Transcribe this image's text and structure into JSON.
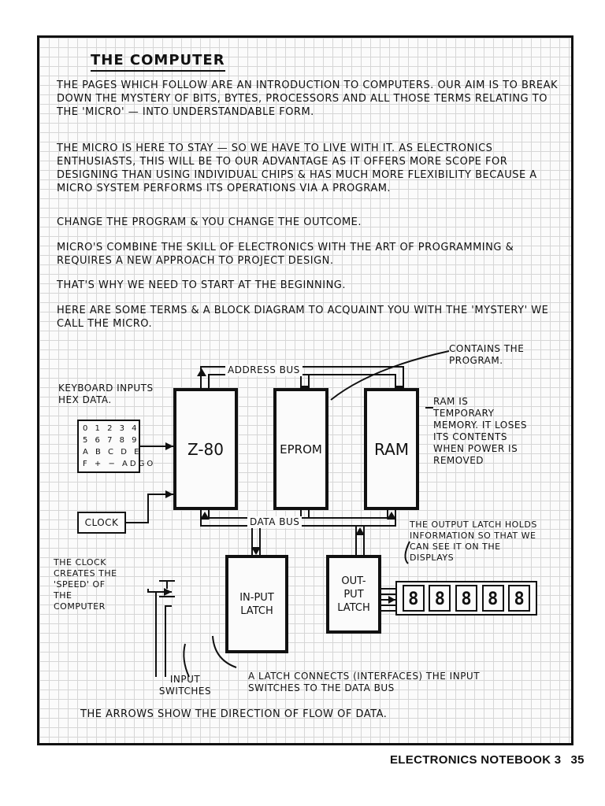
{
  "page": {
    "title": "THE COMPUTER",
    "paragraphs": [
      "THE PAGES WHICH FOLLOW ARE AN INTRODUCTION TO COMPUTERS. OUR AIM IS TO BREAK DOWN THE MYSTERY OF BITS, BYTES, PROCESSORS AND ALL THOSE TERMS RELATING TO THE 'MICRO' — INTO UNDERSTANDABLE FORM.",
      "THE MICRO IS HERE TO STAY — SO WE HAVE TO LIVE WITH IT. AS ELECTRONICS ENTHUSIASTS, THIS WILL BE TO OUR ADVANTAGE AS IT OFFERS MORE SCOPE FOR DESIGNING THAN USING INDIVIDUAL CHIPS & HAS MUCH MORE FLEXIBILITY BECAUSE A MICRO SYSTEM PERFORMS ITS OPERATIONS VIA A PROGRAM.",
      "CHANGE THE PROGRAM & YOU CHANGE THE OUTCOME.",
      "MICRO'S COMBINE THE SKILL OF ELECTRONICS WITH THE ART OF PROGRAMMING & REQUIRES A NEW APPROACH TO PROJECT DESIGN.",
      "THAT'S WHY WE NEED TO START AT THE BEGINNING.",
      "HERE ARE SOME TERMS & A BLOCK DIAGRAM TO ACQUAINT YOU WITH THE 'MYSTERY' WE CALL THE MICRO."
    ]
  },
  "diagram": {
    "address_bus": "ADDRESS BUS",
    "data_bus": "DATA BUS",
    "blocks": {
      "cpu": "Z-80",
      "eprom": "EPROM",
      "ram": "RAM",
      "input_latch": "IN-PUT LATCH",
      "output_latch": "OUT-PUT LATCH",
      "clock": "CLOCK"
    },
    "keypad_rows": [
      "0 1 2 3 4",
      "5 6 7 8 9",
      "A B C D E",
      "F + − AdGo"
    ],
    "display_digits": [
      "8",
      "8",
      "8",
      "8",
      "8"
    ],
    "notes": {
      "keyboard": "KEYBOARD INPUTS HEX DATA.",
      "eprom": "CONTAINS THE PROGRAM.",
      "ram": "RAM IS TEMPORARY MEMORY. IT LOSES ITS CONTENTS WHEN POWER IS REMOVED",
      "output_latch": "THE OUTPUT LATCH HOLDS INFORMATION SO THAT WE CAN SEE IT ON THE DISPLAYS",
      "clock": "THE CLOCK CREATES THE 'SPEED' OF THE COMPUTER",
      "input_switches": "INPUT SWITCHES",
      "latch": "A LATCH CONNECTS (INTERFACES) THE INPUT SWITCHES TO THE DATA BUS",
      "arrows": "THE ARROWS SHOW THE DIRECTION OF FLOW OF DATA."
    }
  },
  "footer": {
    "publication": "ELECTRONICS NOTEBOOK 3",
    "page_number": "35"
  }
}
